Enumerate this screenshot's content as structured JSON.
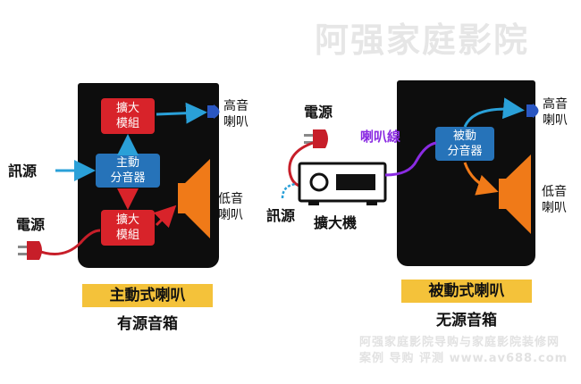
{
  "watermark": {
    "title": "阿强家庭影院",
    "footer_line1": "阿强家庭影院导购与家庭影院装修网",
    "footer_line2": "案例 导购 评测 www.av688.com"
  },
  "active": {
    "amp_top": [
      "擴大",
      "模組"
    ],
    "dsp": [
      "主動",
      "分音器"
    ],
    "amp_bottom": [
      "擴大",
      "模組"
    ],
    "signal": "訊源",
    "power": "電源",
    "tweeter": [
      "高音",
      "喇叭"
    ],
    "woofer": [
      "低音",
      "喇叭"
    ],
    "banner": "主動式喇叭",
    "subtitle": "有源音箱"
  },
  "passive": {
    "power": "電源",
    "cable": "喇叭線",
    "signal": "訊源",
    "amplifier": "擴大機",
    "crossover": [
      "被動",
      "分音器"
    ],
    "tweeter": [
      "高音",
      "喇叭"
    ],
    "woofer": [
      "低音",
      "喇叭"
    ],
    "banner": "被動式喇叭",
    "subtitle": "无源音箱"
  },
  "colors": {
    "cabinet": "#0d0d0d",
    "red_module": "#d8232a",
    "blue_module": "#2673b9",
    "driver_orange": "#f07a18",
    "tweeter_blue": "#2a57c2",
    "arrow_blue": "#2aa0d8",
    "wire_red": "#c71e29",
    "cable_purple": "#8a2be2",
    "banner": "#f4c23a"
  }
}
